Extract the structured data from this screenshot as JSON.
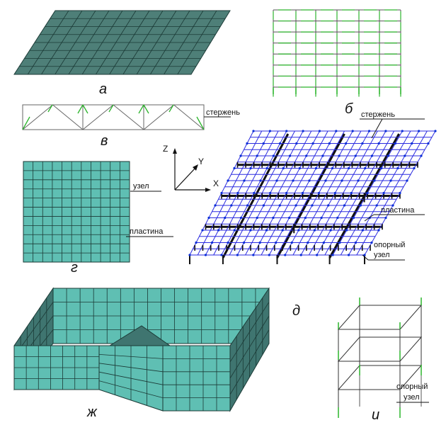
{
  "colors": {
    "plate_dark": "#4e7f78",
    "plate_teal": "#5fbfb3",
    "plate_side": "#3f7570",
    "mesh_line": "#1b3a36",
    "bar_green": "#2bb52b",
    "blue_grid": "#2b2be0",
    "node_dot": "#0a2fd8",
    "black": "#111111"
  },
  "figures": {
    "a": {
      "letter": "а"
    },
    "b": {
      "letter": "б"
    },
    "v": {
      "letter": "в",
      "bar_label": "стержень"
    },
    "g": {
      "letter": "г",
      "node_label": "узел",
      "plate_label": "пластина"
    },
    "d": {
      "letter": "д",
      "bar_label": "стержень",
      "plate_label": "пластина",
      "support_label_line1": "опорный",
      "support_label_line2": "узел"
    },
    "zh": {
      "letter": "ж"
    },
    "i": {
      "letter": "и",
      "support_label_line1": "опорный",
      "support_label_line2": "узел"
    }
  },
  "axes": {
    "z": "Z",
    "y": "Y",
    "x": "X"
  }
}
